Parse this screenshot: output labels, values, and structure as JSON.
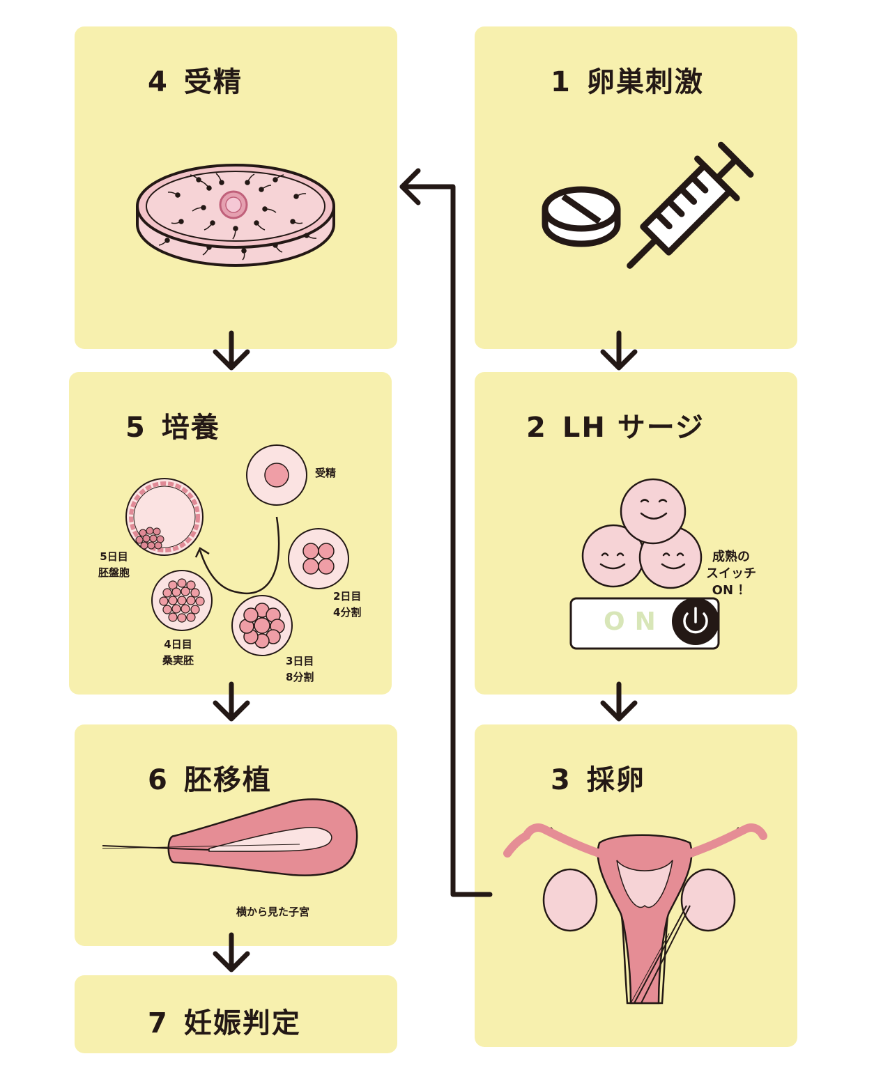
{
  "steps": [
    {
      "num": "1",
      "label": "卵巣刺激"
    },
    {
      "num": "2",
      "label": "LH サージ"
    },
    {
      "num": "3",
      "label": "採卵"
    },
    {
      "num": "4",
      "label": "受精"
    },
    {
      "num": "5",
      "label": "培養"
    },
    {
      "num": "6",
      "label": "胚移植"
    },
    {
      "num": "7",
      "label": "妊娠判定"
    }
  ],
  "lh_surge": {
    "bubble": [
      "成熟の",
      "スイッチ",
      "ON ！"
    ],
    "switch_label": "ON"
  },
  "culture": {
    "fertilized": "受精",
    "day2": [
      "2日目",
      "4分割"
    ],
    "day3": [
      "3日目",
      "8分割"
    ],
    "day4": [
      "4日目",
      "桑実胚"
    ],
    "day5": [
      "5日目",
      "胚盤胞"
    ]
  },
  "transfer": {
    "caption": "横から見た子宮"
  },
  "colors": {
    "panel": "#f7f0ae",
    "ink": "#231815",
    "pink": "#e89aa3",
    "light_pink": "#f6dcdc",
    "switch_text": "#d8e6b8"
  }
}
